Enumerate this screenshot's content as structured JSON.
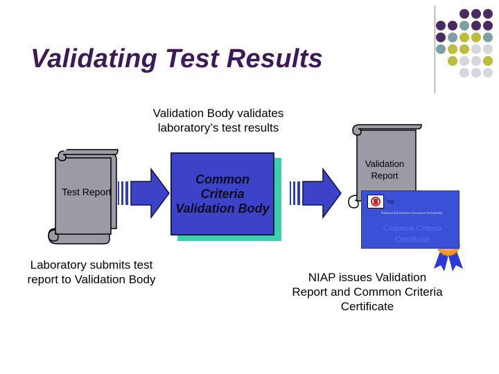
{
  "slide": {
    "title": "Validating Test Results"
  },
  "captions": {
    "top": "Validation Body validates laboratory’s test results",
    "left": "Laboratory submits test report to Validation Body",
    "right": "NIAP issues Validation Report and Common Criteria Certificate"
  },
  "scrolls": {
    "test_report": "Test Report",
    "validation_report": "Validation Report"
  },
  "validation_body_box": {
    "label": "Common Criteria Validation Body"
  },
  "certificate": {
    "tm": "TM",
    "small_text": "National Information Assurance Partnership",
    "title": "Common Criteria Certificate"
  },
  "colors": {
    "title": "#3d1a57",
    "dot_purple": "#4b2a63",
    "dot_teal": "#7e9fa3",
    "dot_olive": "#bcbd3a",
    "dot_light": "#d6d6de",
    "box_blue": "#3c43c8",
    "box_shadow": "#3ad1b0",
    "scroll_fill": "#9b9ba5",
    "certificate_blue": "#3a50d6",
    "ribbon_blue": "#2a39d8",
    "seal_orange": "#f59a2a"
  }
}
